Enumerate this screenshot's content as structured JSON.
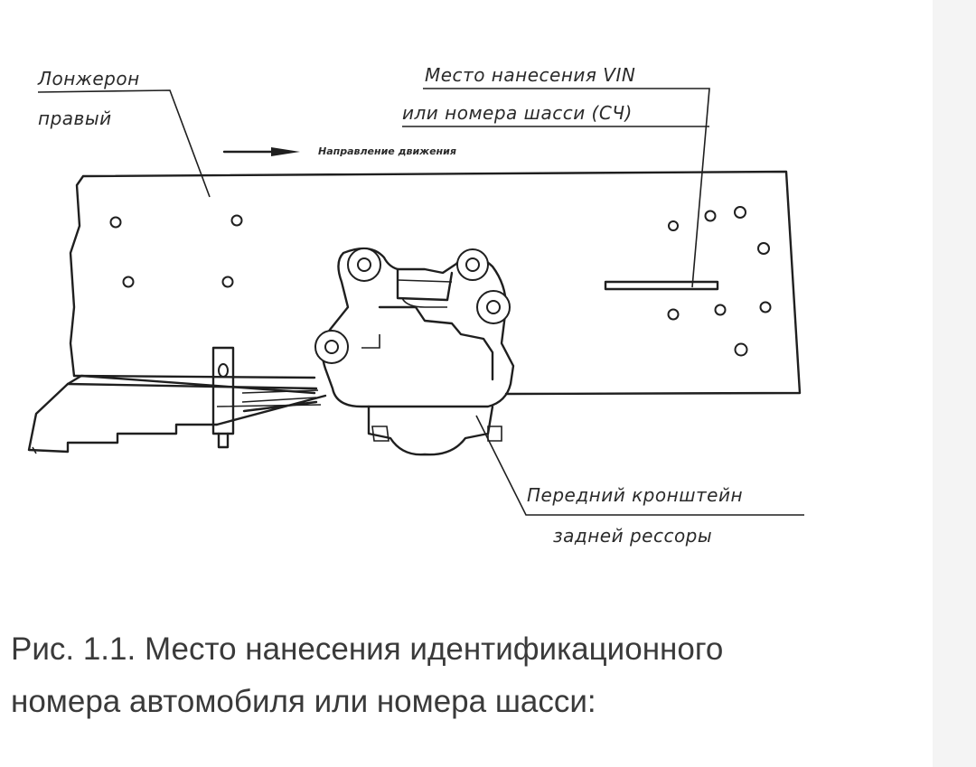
{
  "diagram": {
    "labels": {
      "spar_line1": "Лонжерон",
      "spar_line2": "правый",
      "vin_line1": "Место нанесения VIN",
      "vin_line2": "или номера шасси (СЧ)",
      "direction": "Направление движения",
      "bracket_line1": "Передний кронштейн",
      "bracket_line2": "задней рессоры"
    }
  },
  "caption": {
    "line1": "Рис. 1.1. Место нанесения идентификационного",
    "line2": "номера автомобиля или номера шасси:"
  }
}
